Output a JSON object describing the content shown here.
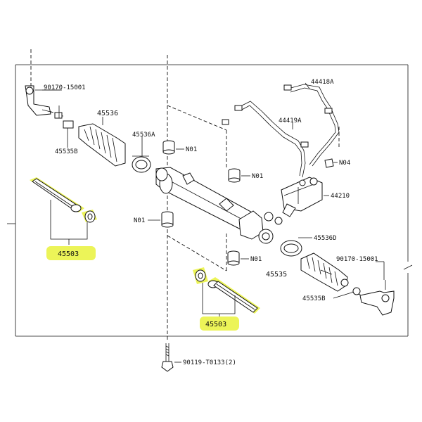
{
  "labels": {
    "tie_rod_end_left_code": "90170-15001",
    "boot_left": "45536",
    "clamp_left": "45535B",
    "clip_left": "45536A",
    "bushing_top": "N01",
    "bushing_mid": "N01",
    "bushing_left": "N01",
    "bushing_bottom": "N01",
    "pipe_upper": "44418A",
    "pipe_lower": "44419A",
    "nut_n04": "N04",
    "gear_housing": "44210",
    "clip_right": "45536D",
    "boot_right": "45535",
    "tie_rod_end_right_code": "90170-15001",
    "clamp_right": "45535B",
    "inner_tie_rod_left": "45503",
    "inner_tie_rod_right": "45503",
    "bolt": "90119-T0133",
    "bolt_qty": "(2)"
  },
  "colors": {
    "highlight": "#e9f23b",
    "line": "#111111",
    "background": "#ffffff"
  }
}
